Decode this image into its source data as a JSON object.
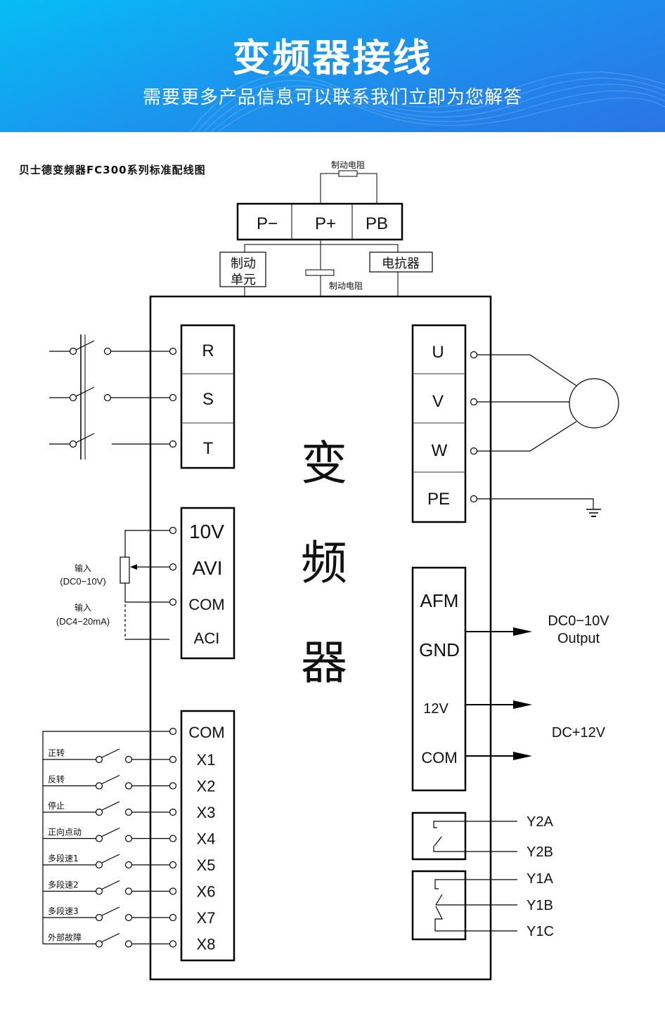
{
  "banner": {
    "title": "变频器接线",
    "subtitle": "需要更多产品信息可以联系我们立即为您解答",
    "gradient_start": "#06bdf5",
    "gradient_end": "#2a74e6"
  },
  "diagram": {
    "title": "贝士德变频器FC300系列标准配线图",
    "center_label": [
      "变",
      "频",
      "器"
    ],
    "dc_bus": {
      "terminals": [
        "P−",
        "P+",
        "PB"
      ],
      "top_resistor_label": "制动电阻",
      "brake_unit_label": [
        "制动",
        "单元"
      ],
      "bottom_resistor_label": "制动电阻",
      "reactor_label": "电抗器"
    },
    "power_input": {
      "terminals": [
        "R",
        "S",
        "T"
      ]
    },
    "motor_output": {
      "terminals": [
        "U",
        "V",
        "W",
        "PE"
      ],
      "motor_icon": "motor-circle",
      "ground_icon": "ground-symbol"
    },
    "analog_input": {
      "terminals": [
        "10V",
        "AVI",
        "COM",
        "ACI"
      ],
      "voltage_input_label": [
        "输入",
        "(DC0−10V)"
      ],
      "current_input_label": [
        "输入",
        "(DC4−20mA)"
      ]
    },
    "digital_input": {
      "common": "COM",
      "inputs": [
        {
          "terminal": "X1",
          "function": "正转"
        },
        {
          "terminal": "X2",
          "function": "反转"
        },
        {
          "terminal": "X3",
          "function": "停止"
        },
        {
          "terminal": "X4",
          "function": "正向点动"
        },
        {
          "terminal": "X5",
          "function": "多段速1"
        },
        {
          "terminal": "X6",
          "function": "多段速2"
        },
        {
          "terminal": "X7",
          "function": "多段速3"
        },
        {
          "terminal": "X8",
          "function": "外部故障"
        }
      ]
    },
    "analog_output": {
      "terminals": [
        "AFM",
        "GND",
        "12V",
        "COM"
      ],
      "output_label_1": "DC0−10V",
      "output_label_2": "Output",
      "power_label": "DC+12V"
    },
    "relays": {
      "relay2": [
        "Y2A",
        "Y2B"
      ],
      "relay1": [
        "Y1A",
        "Y1B",
        "Y1C"
      ]
    }
  }
}
